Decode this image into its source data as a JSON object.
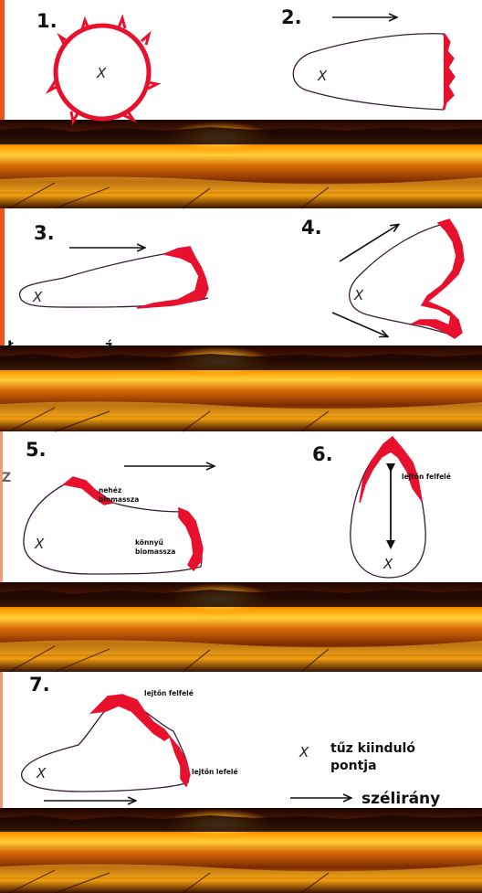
{
  "panels": [
    {
      "label": "1."
    },
    {
      "label": "2."
    },
    {
      "label": "3."
    },
    {
      "label": "4."
    },
    {
      "label": "5.",
      "annotations": [
        "nehéz",
        "biomassza",
        "könnyű",
        "biomassza"
      ]
    },
    {
      "label": "6.",
      "annotations": [
        "lejtőn felfelé"
      ]
    },
    {
      "label": "7.",
      "annotations": [
        "lejtőn felfelé",
        "lejtőn lefelé"
      ]
    }
  ],
  "ignition_mark": "X",
  "legend": {
    "ignition_line1": "tűz kiinduló",
    "ignition_line2": "pontja",
    "wind_label": "szélirány"
  },
  "side_fragments": [
    "Ł",
    "ź",
    "Z"
  ],
  "colors": {
    "fire_front": "#e8112d",
    "outline": "#3a1a3a",
    "accent_bar": "#e8561c",
    "sunset_dark": "#2a0a02",
    "sunset_glow": "#ffb000"
  }
}
